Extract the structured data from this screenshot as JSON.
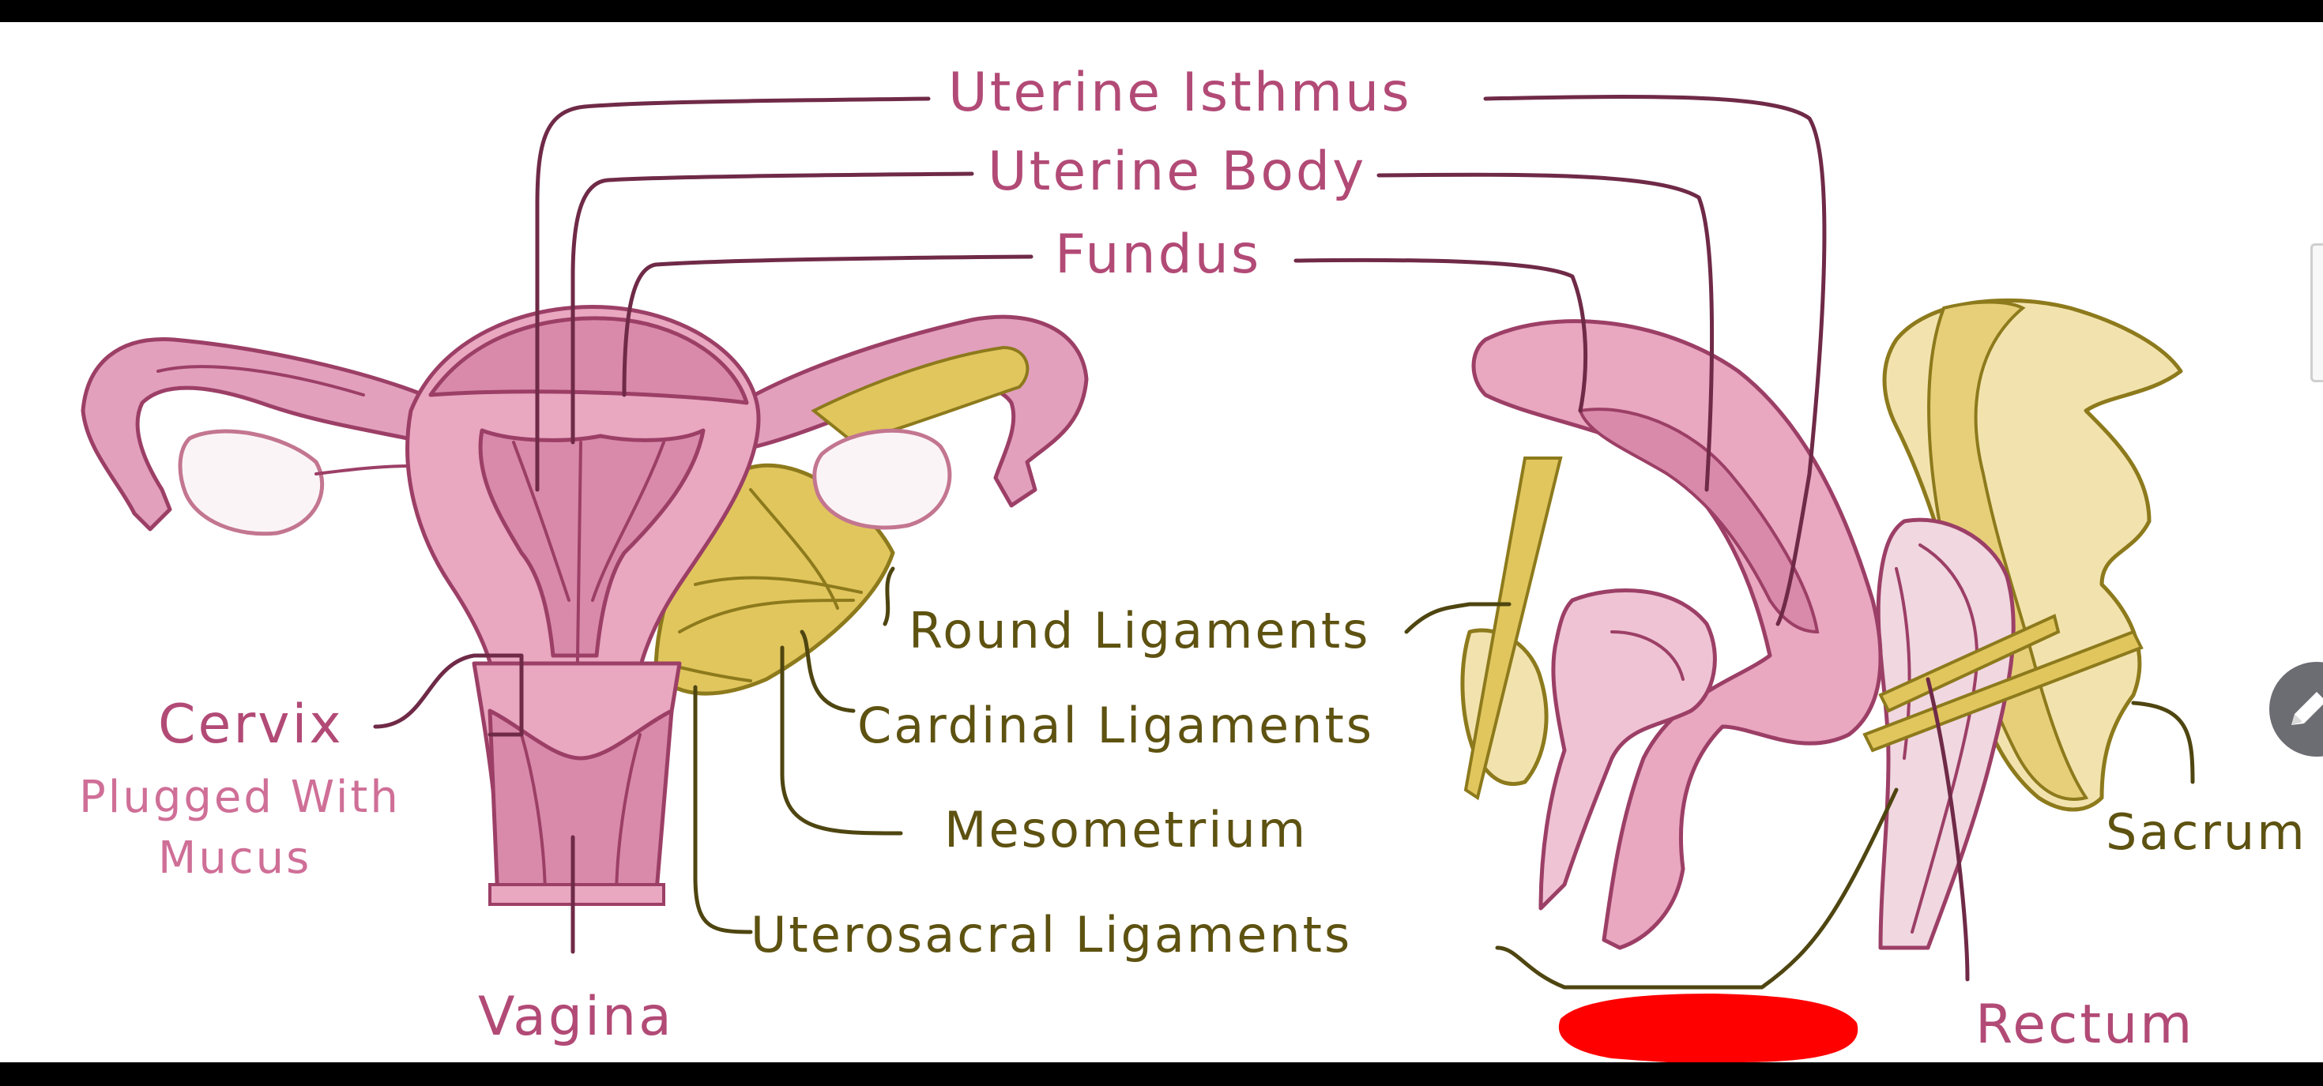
{
  "labels": {
    "uterine_isthmus": "Uterine Isthmus",
    "uterine_body": "Uterine Body",
    "fundus": "Fundus",
    "round_ligaments": "Round Ligaments",
    "cardinal_ligaments": "Cardinal Ligaments",
    "mesometrium": "Mesometrium",
    "uterosacral_ligaments": "Uterosacral Ligaments",
    "cervix": "Cervix",
    "cervix_note_line1": "Plugged With",
    "cervix_note_line2": "Mucus",
    "vagina": "Vagina",
    "sacrum": "Sacrum",
    "rectum": "Rectum"
  },
  "icons": {
    "annotation_tool": "pencil-icon",
    "side_panel_tab": "side-tab"
  },
  "colors": {
    "uterus": "#e9a7c0",
    "uterus_dark": "#d98aab",
    "ligament": "#e1c65e",
    "bone": "#f2e3ae",
    "redaction": "#ff0000",
    "background": "#ffffff",
    "frame": "#000000"
  }
}
